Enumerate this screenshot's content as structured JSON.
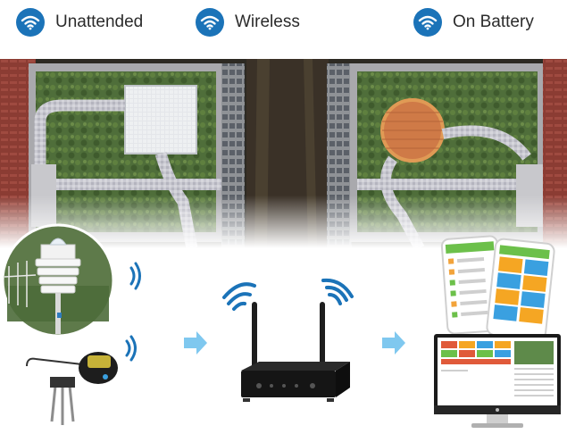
{
  "features": [
    {
      "label": "Unattended",
      "icon": "wifi-icon"
    },
    {
      "label": "Wireless",
      "icon": "wifi-icon"
    },
    {
      "label": "On Battery",
      "icon": "wifi-icon"
    }
  ],
  "colors": {
    "badge": "#1b73b8",
    "signal": "#1b73b8",
    "arrow": "#7fc8ef",
    "grass": "#4f6e3a",
    "path": "#bdbdc7",
    "roof": "#a9a9ad",
    "pad": "#cf7a47"
  }
}
